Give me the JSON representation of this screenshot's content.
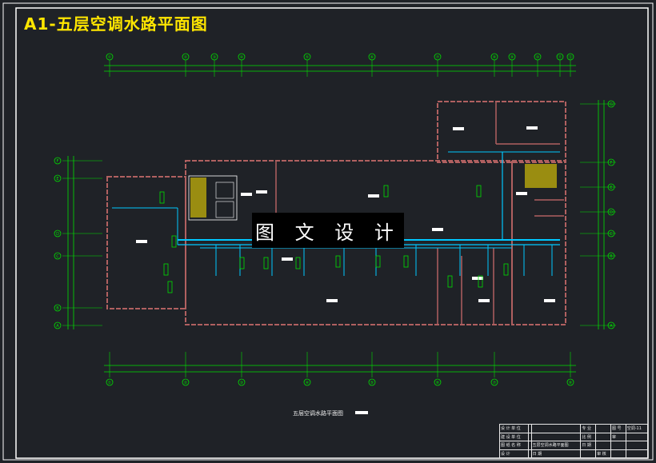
{
  "heading": "A1-五层空调水路平面图",
  "watermark": "图 文 设 计",
  "caption": "五层空调水路平面图",
  "title_block": {
    "rows": [
      [
        "设 计 单 位",
        "",
        "",
        "专 业",
        "",
        "图 号",
        "空调-11"
      ],
      [
        "建 设 单 位",
        "",
        "",
        "比 例",
        "",
        "审",
        ""
      ],
      [
        "图 纸 名 称",
        "",
        "五层空调水路平面图",
        "日 期",
        "",
        "",
        ""
      ],
      [
        "设 计",
        "",
        "日 期",
        "",
        "审 核",
        "",
        ""
      ]
    ]
  },
  "axes": {
    "top_numbers": [
      "①",
      "②",
      "③",
      "④",
      "⑤",
      "⑥",
      "⑦",
      "⑧",
      "⑨",
      "⑩",
      "⑪",
      "⑫"
    ],
    "bottom_numbers": [
      "①",
      "②",
      "③",
      "④",
      "⑤",
      "⑥",
      "⑦",
      "⑧"
    ],
    "left_letters": [
      "F",
      "E",
      "D",
      "C",
      "B",
      "A"
    ],
    "right_letters": [
      "G",
      "F",
      "E",
      "D",
      "C",
      "B",
      "A"
    ]
  },
  "colors": {
    "background": "#1f2227",
    "heading": "#ffe600",
    "wall": "#b06060",
    "dimension": "#00e000",
    "pipe": "#00c8ff",
    "frame": "#ffffff"
  }
}
